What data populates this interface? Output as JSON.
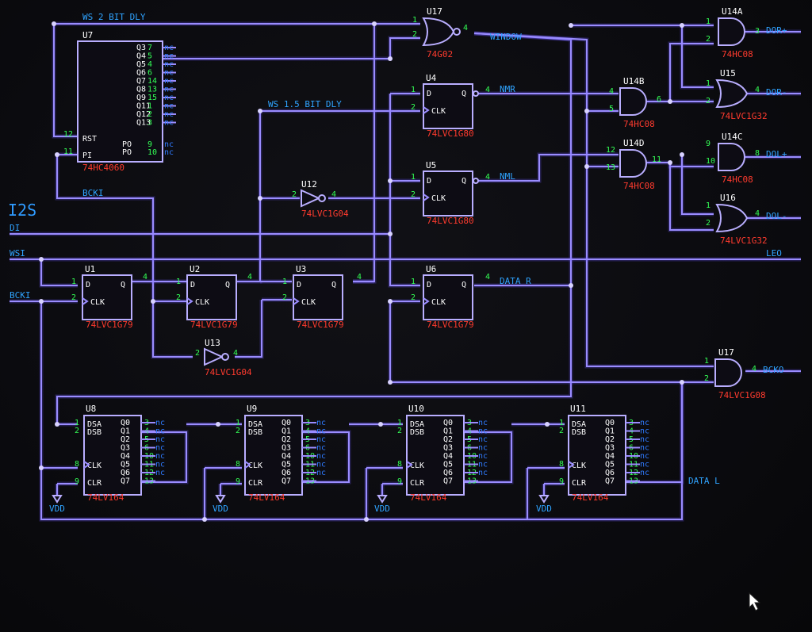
{
  "title": "I2S",
  "colors": {
    "wire": "#9a8cff",
    "component_outline": "#b9aeff",
    "reference": "#ffffff",
    "part_number": "#ff3b2e",
    "pin_number": "#33ff55",
    "net_label": "#2fa3ff",
    "no_connect": "#2f7bff",
    "background": "#0b0b0f"
  },
  "nets": {
    "ws2": "WS 2 BIT DLY",
    "ws15": "WS 1.5 BIT DLY",
    "bcki_top": "BCKI",
    "di": "DI",
    "wsi": "WSI",
    "bcki": "BCKI",
    "window": "WINDOW",
    "nmr": "NMR",
    "nml": "NML",
    "data_r": "DATA R",
    "dorp": "DOR+",
    "dorn": "DOR-",
    "dolp": "DOL+",
    "doln": "DOL-",
    "leo": "LEO",
    "bcko": "BCKO",
    "data_l": "DATA L",
    "vdd": "VDD"
  },
  "components": {
    "u7": {
      "ref": "U7",
      "part": "74HC4060",
      "pins_right": [
        "Q3",
        "Q4",
        "Q5",
        "Q6",
        "Q7",
        "Q8",
        "Q9",
        "Q11",
        "Q12",
        "Q13"
      ],
      "pin_numbers_right": [
        "7",
        "5",
        "4",
        "6",
        "14",
        "13",
        "15",
        "1",
        "2",
        "3"
      ],
      "pins_left": [
        "RST",
        "PI"
      ],
      "pin_numbers_left": [
        "12",
        "11"
      ],
      "osc_pins": [
        "PO",
        "PO"
      ],
      "osc_numbers": [
        "9",
        "10"
      ]
    },
    "u1": {
      "ref": "U1",
      "part": "74LVC1G79"
    },
    "u2": {
      "ref": "U2",
      "part": "74LVC1G79"
    },
    "u3": {
      "ref": "U3",
      "part": "74LVC1G79"
    },
    "u6": {
      "ref": "U6",
      "part": "74LVC1G79"
    },
    "u4": {
      "ref": "U4",
      "part": "74LVC1G80"
    },
    "u5": {
      "ref": "U5",
      "part": "74LVC1G80"
    },
    "u12": {
      "ref": "U12",
      "part": "74LVC1G04"
    },
    "u13": {
      "ref": "U13",
      "part": "74LVC1G04"
    },
    "u17a": {
      "ref": "U17",
      "part": "74G02"
    },
    "u17b": {
      "ref": "U17",
      "part": "74LVC1G08"
    },
    "u14a": {
      "ref": "U14A",
      "part": "74HC08"
    },
    "u14b": {
      "ref": "U14B",
      "part": "74HC08"
    },
    "u14c": {
      "ref": "U14C",
      "part": "74HC08"
    },
    "u14d": {
      "ref": "U14D",
      "part": "74HC08"
    },
    "u15": {
      "ref": "U15",
      "part": "74LVC1G32"
    },
    "u16": {
      "ref": "U16",
      "part": "74LVC1G32"
    },
    "u8": {
      "ref": "U8",
      "part": "74LV164"
    },
    "u9": {
      "ref": "U9",
      "part": "74LV164"
    },
    "u10": {
      "ref": "U10",
      "part": "74LV164"
    },
    "u11": {
      "ref": "U11",
      "part": "74LV164"
    }
  },
  "dff": {
    "d": "D",
    "q": "Q",
    "clk": "CLK",
    "qbar": "Q"
  },
  "sr164": {
    "left": [
      "DSA",
      "DSB",
      "CLK",
      "CLR"
    ],
    "left_numbers": [
      "1",
      "2",
      "8",
      "9"
    ],
    "right": [
      "Q0",
      "Q1",
      "Q2",
      "Q3",
      "Q4",
      "Q5",
      "Q6",
      "Q7"
    ],
    "right_numbers": [
      "3",
      "4",
      "5",
      "6",
      "10",
      "11",
      "12",
      "13"
    ]
  },
  "nc_label": "nc"
}
